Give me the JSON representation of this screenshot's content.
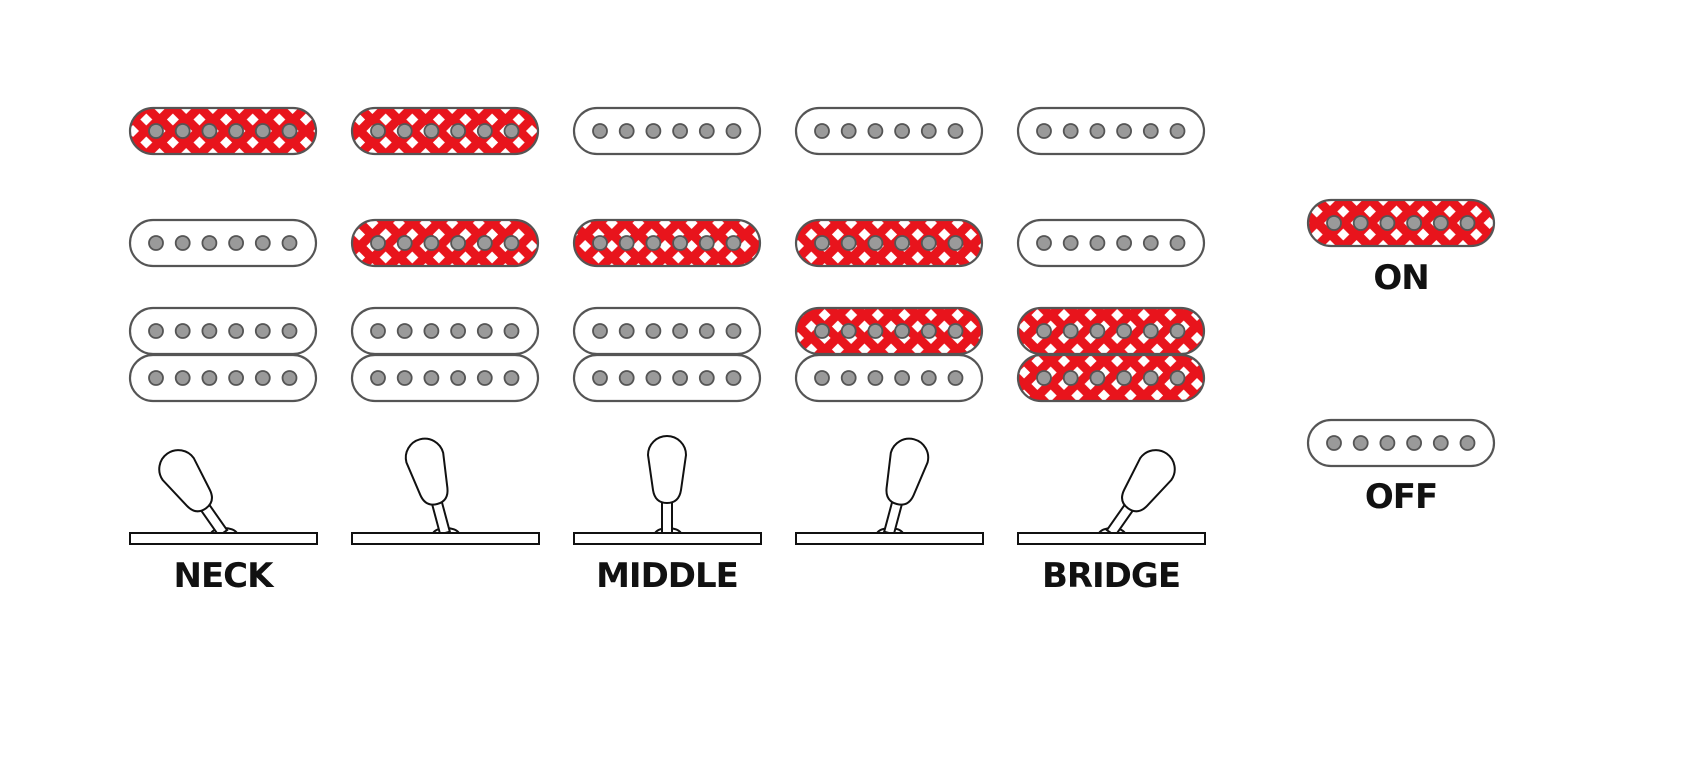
{
  "colors": {
    "on": "#e8141c",
    "off": "#ffffff",
    "pole": "#9a9a9a",
    "outline": "#555555"
  },
  "positions": [
    {
      "label": "NECK",
      "lever_angle": -35,
      "pickups": [
        "on",
        "off",
        "off",
        "off"
      ]
    },
    {
      "label": "",
      "lever_angle": -15,
      "pickups": [
        "on",
        "on",
        "off",
        "off"
      ]
    },
    {
      "label": "MIDDLE",
      "lever_angle": 0,
      "pickups": [
        "off",
        "on",
        "off",
        "off"
      ]
    },
    {
      "label": "",
      "lever_angle": 15,
      "pickups": [
        "off",
        "on",
        "on",
        "off"
      ]
    },
    {
      "label": "BRIDGE",
      "lever_angle": 35,
      "pickups": [
        "off",
        "off",
        "on",
        "on"
      ]
    }
  ],
  "legend": {
    "on_label": "ON",
    "off_label": "OFF"
  }
}
